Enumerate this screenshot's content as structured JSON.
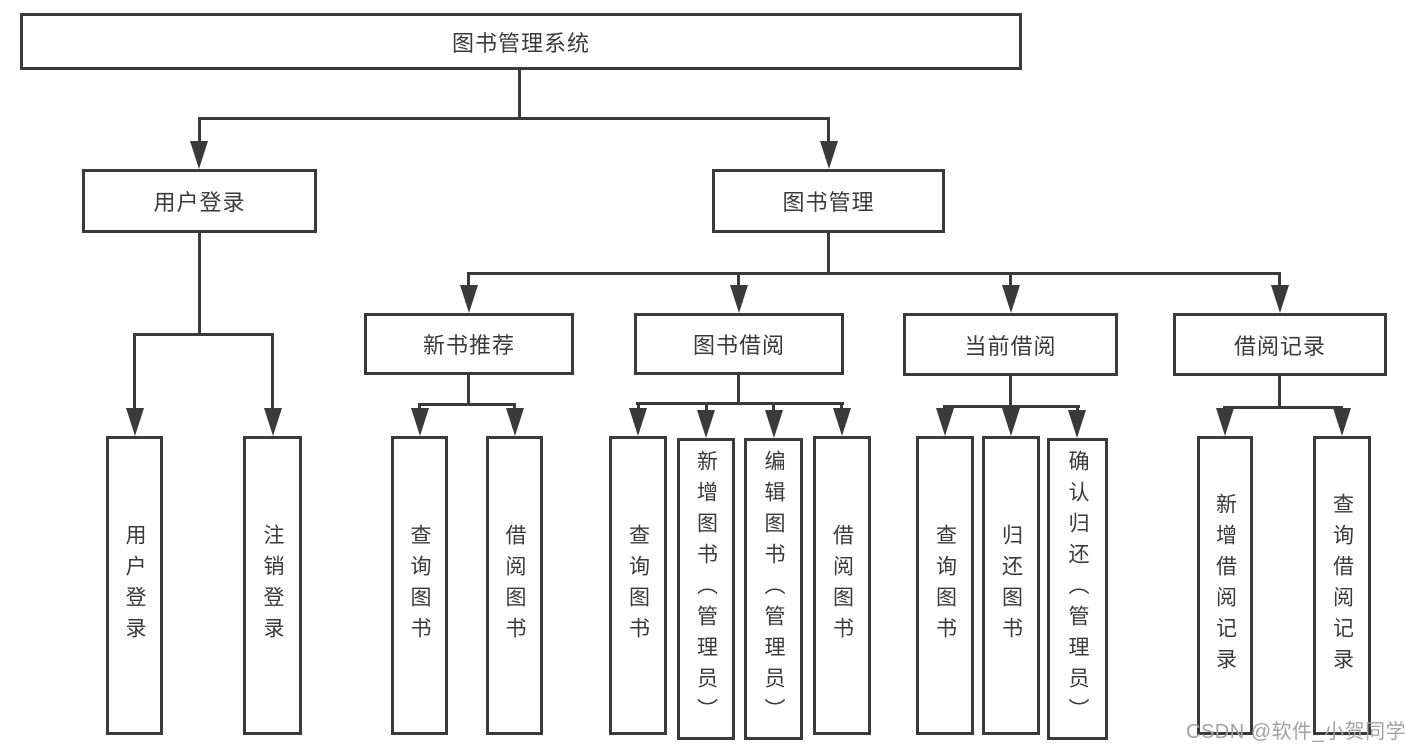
{
  "colors": {
    "line": "#3a3a3a",
    "box_border": "#3a3a3a",
    "text": "#3a3a3a",
    "watermark": "#a3a3a3",
    "background": "#ffffff"
  },
  "tree": {
    "label": "图书管理系统",
    "children": [
      {
        "label": "用户登录",
        "children": [
          {
            "label": "用户登录"
          },
          {
            "label": "注销登录"
          }
        ]
      },
      {
        "label": "图书管理",
        "children": [
          {
            "label": "新书推荐",
            "children": [
              {
                "label": "查询图书"
              },
              {
                "label": "借阅图书"
              }
            ]
          },
          {
            "label": "图书借阅",
            "children": [
              {
                "label": "查询图书"
              },
              {
                "label": "新增图书（管理员）"
              },
              {
                "label": "编辑图书（管理员）"
              },
              {
                "label": "借阅图书"
              }
            ]
          },
          {
            "label": "当前借阅",
            "children": [
              {
                "label": "查询图书"
              },
              {
                "label": "归还图书"
              },
              {
                "label": "确认归还（管理员）"
              }
            ]
          },
          {
            "label": "借阅记录",
            "children": [
              {
                "label": "新增借阅记录"
              },
              {
                "label": "查询借阅记录"
              }
            ]
          }
        ]
      }
    ]
  },
  "watermark": {
    "text": "CSDN @软件_小贺同学"
  }
}
